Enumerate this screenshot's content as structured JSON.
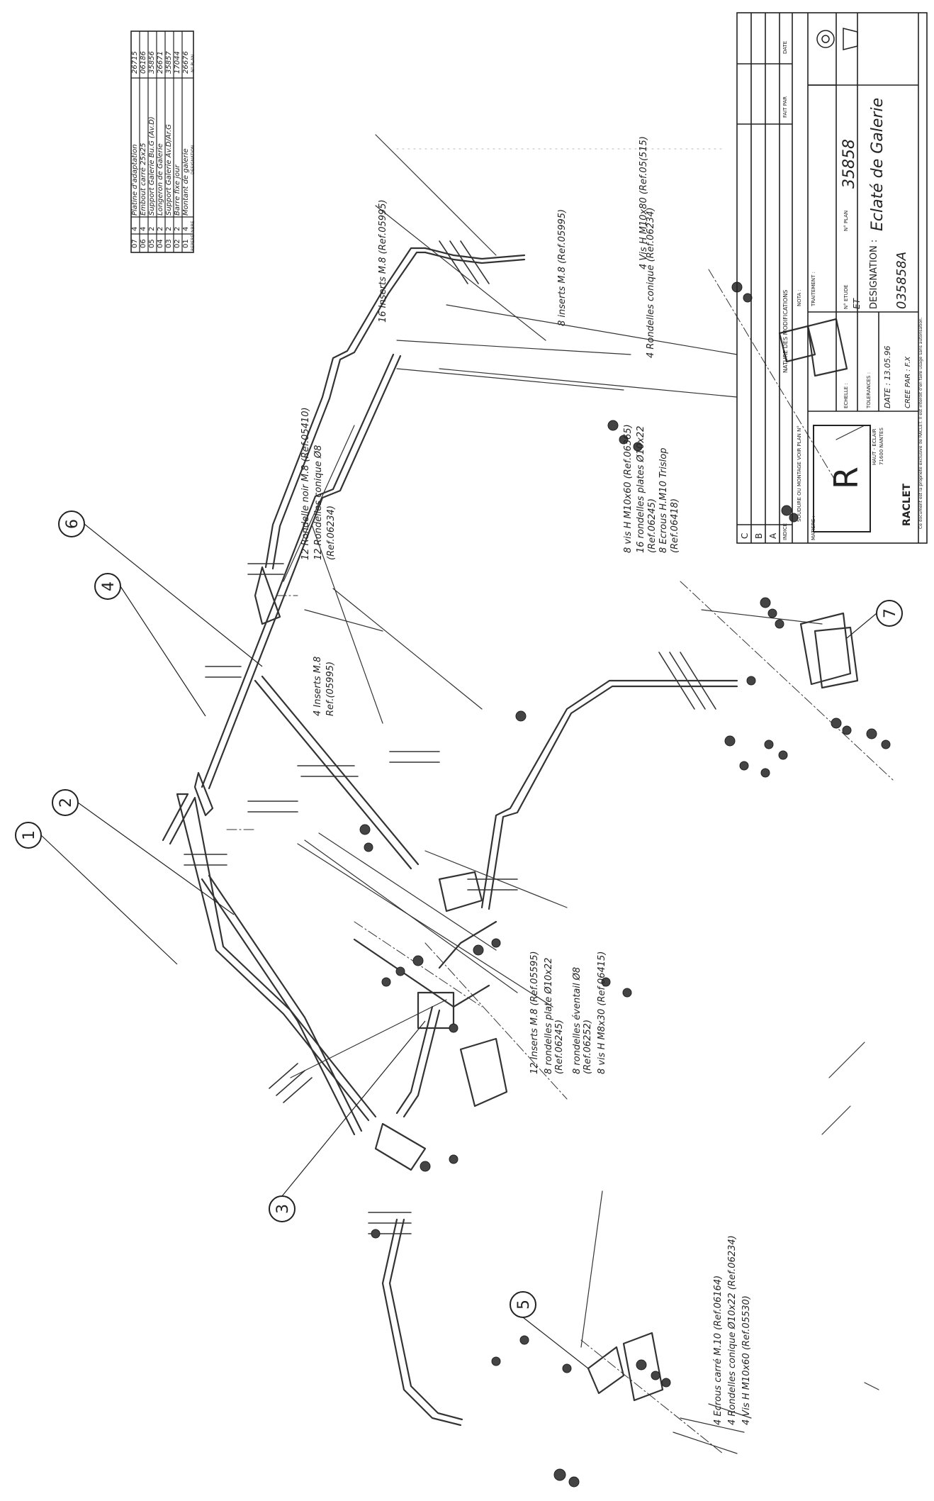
{
  "parts_list": {
    "rows": [
      {
        "rep": "07",
        "nbre": "4",
        "designation": "Platine d'adaptation",
        "plan": "26715"
      },
      {
        "rep": "06",
        "nbre": "4",
        "designation": "Embout carré 25x25",
        "plan": "06186"
      },
      {
        "rep": "05",
        "nbre": "2",
        "designation": "Support Galerie Bu.G (Av.D)",
        "plan": "35856"
      },
      {
        "rep": "04",
        "nbre": "2",
        "designation": "Longeron de Galerie",
        "plan": "26671"
      },
      {
        "rep": "03",
        "nbre": "2",
        "designation": "Support Galerie Av.D/Ar.G",
        "plan": "35857"
      },
      {
        "rep": "02",
        "nbre": "2",
        "designation": "Barre fixe jour",
        "plan": "17044"
      },
      {
        "rep": "01",
        "nbre": "4",
        "designation": "Montant de galerie",
        "plan": "26676"
      }
    ],
    "header": {
      "rep": "REPERE",
      "nbre": "NBRE",
      "designation": "DESIGNATION",
      "plan": "N° PLAN"
    }
  },
  "title_block": {
    "revisions": [
      "C",
      "B",
      "A"
    ],
    "indice_label": "INDICE",
    "nature_label": "NATURE DES MODIFICATIONS",
    "fait_par_label": "FAIT PAR",
    "date_label": "DATE",
    "soudure_label": "SOUDURE OU MONTAGE VOIR PLAN N°",
    "nota_label": "NOTA :",
    "matiere_label": "MATIERE :",
    "traitement_label": "TRAITEMENT :",
    "echelle_label": "ECHELLE :",
    "tolerances_label": "TOLERANCES :",
    "date_field": "DATE : 13.05.96",
    "cree_par": "CREE PAR : F.X",
    "etude_label": "N° ETUDE",
    "etude_value": "ET",
    "plan_label": "N° PLAN",
    "plan_value": "35858",
    "designation_label": "DESIGNATION :",
    "designation_value": "Eclaté de Galerie",
    "drawing_code": "035858A",
    "company": "RACLET",
    "company_address_1": "HAUT - ECLAIR",
    "company_address_2": "71600 NANTES",
    "footer": "Ce document est la propriété exclusive de RACLET. Il est interdit d'en faire usage sans autorisation."
  },
  "balloons": [
    "1",
    "2",
    "3",
    "4",
    "5",
    "6",
    "7"
  ],
  "callouts": {
    "c1": "16 Inserts M.8 (Ref.05995)",
    "c2": "8 inserts M.8 (Ref.05995)",
    "c3": "4 Vis H M10x80 (Ref.05(515)",
    "c4": "4 Rondelles conique (Ref.06234)",
    "c5": "12 Rondelle noir M.8 (Ref.05410)",
    "c6": "12 Rondelles conique Ø8",
    "c7": "(Ref.06234)",
    "c8": "4 Inserts M.8",
    "c9": "Ref.(05995)",
    "c10": "8 vis H M10x60 (Ref.06365)",
    "c11": "16 rondelles plates Ø10x22",
    "c12": "(Ref.06245)",
    "c13": "8 Ecrous H.M10 Trislop",
    "c14": "(Ref.06418)",
    "c15": "12 Inserts M.8 (Ref.05595)",
    "c16": "8 rondelles plate Ø10x22",
    "c17": "(Ref.06245)",
    "c18": "8 rondelles éventail Ø8",
    "c19": "(Ref.06252)",
    "c20": "8 vis H M8x30 (Ref.06415)",
    "c21": "4 Ecrous carré M.10 (Ref.06164)",
    "c22": "4 Rondelles conique Ø10x22 (Ref.06234)",
    "c23": "4 Vis H M10x60 (Ref.05530)"
  }
}
